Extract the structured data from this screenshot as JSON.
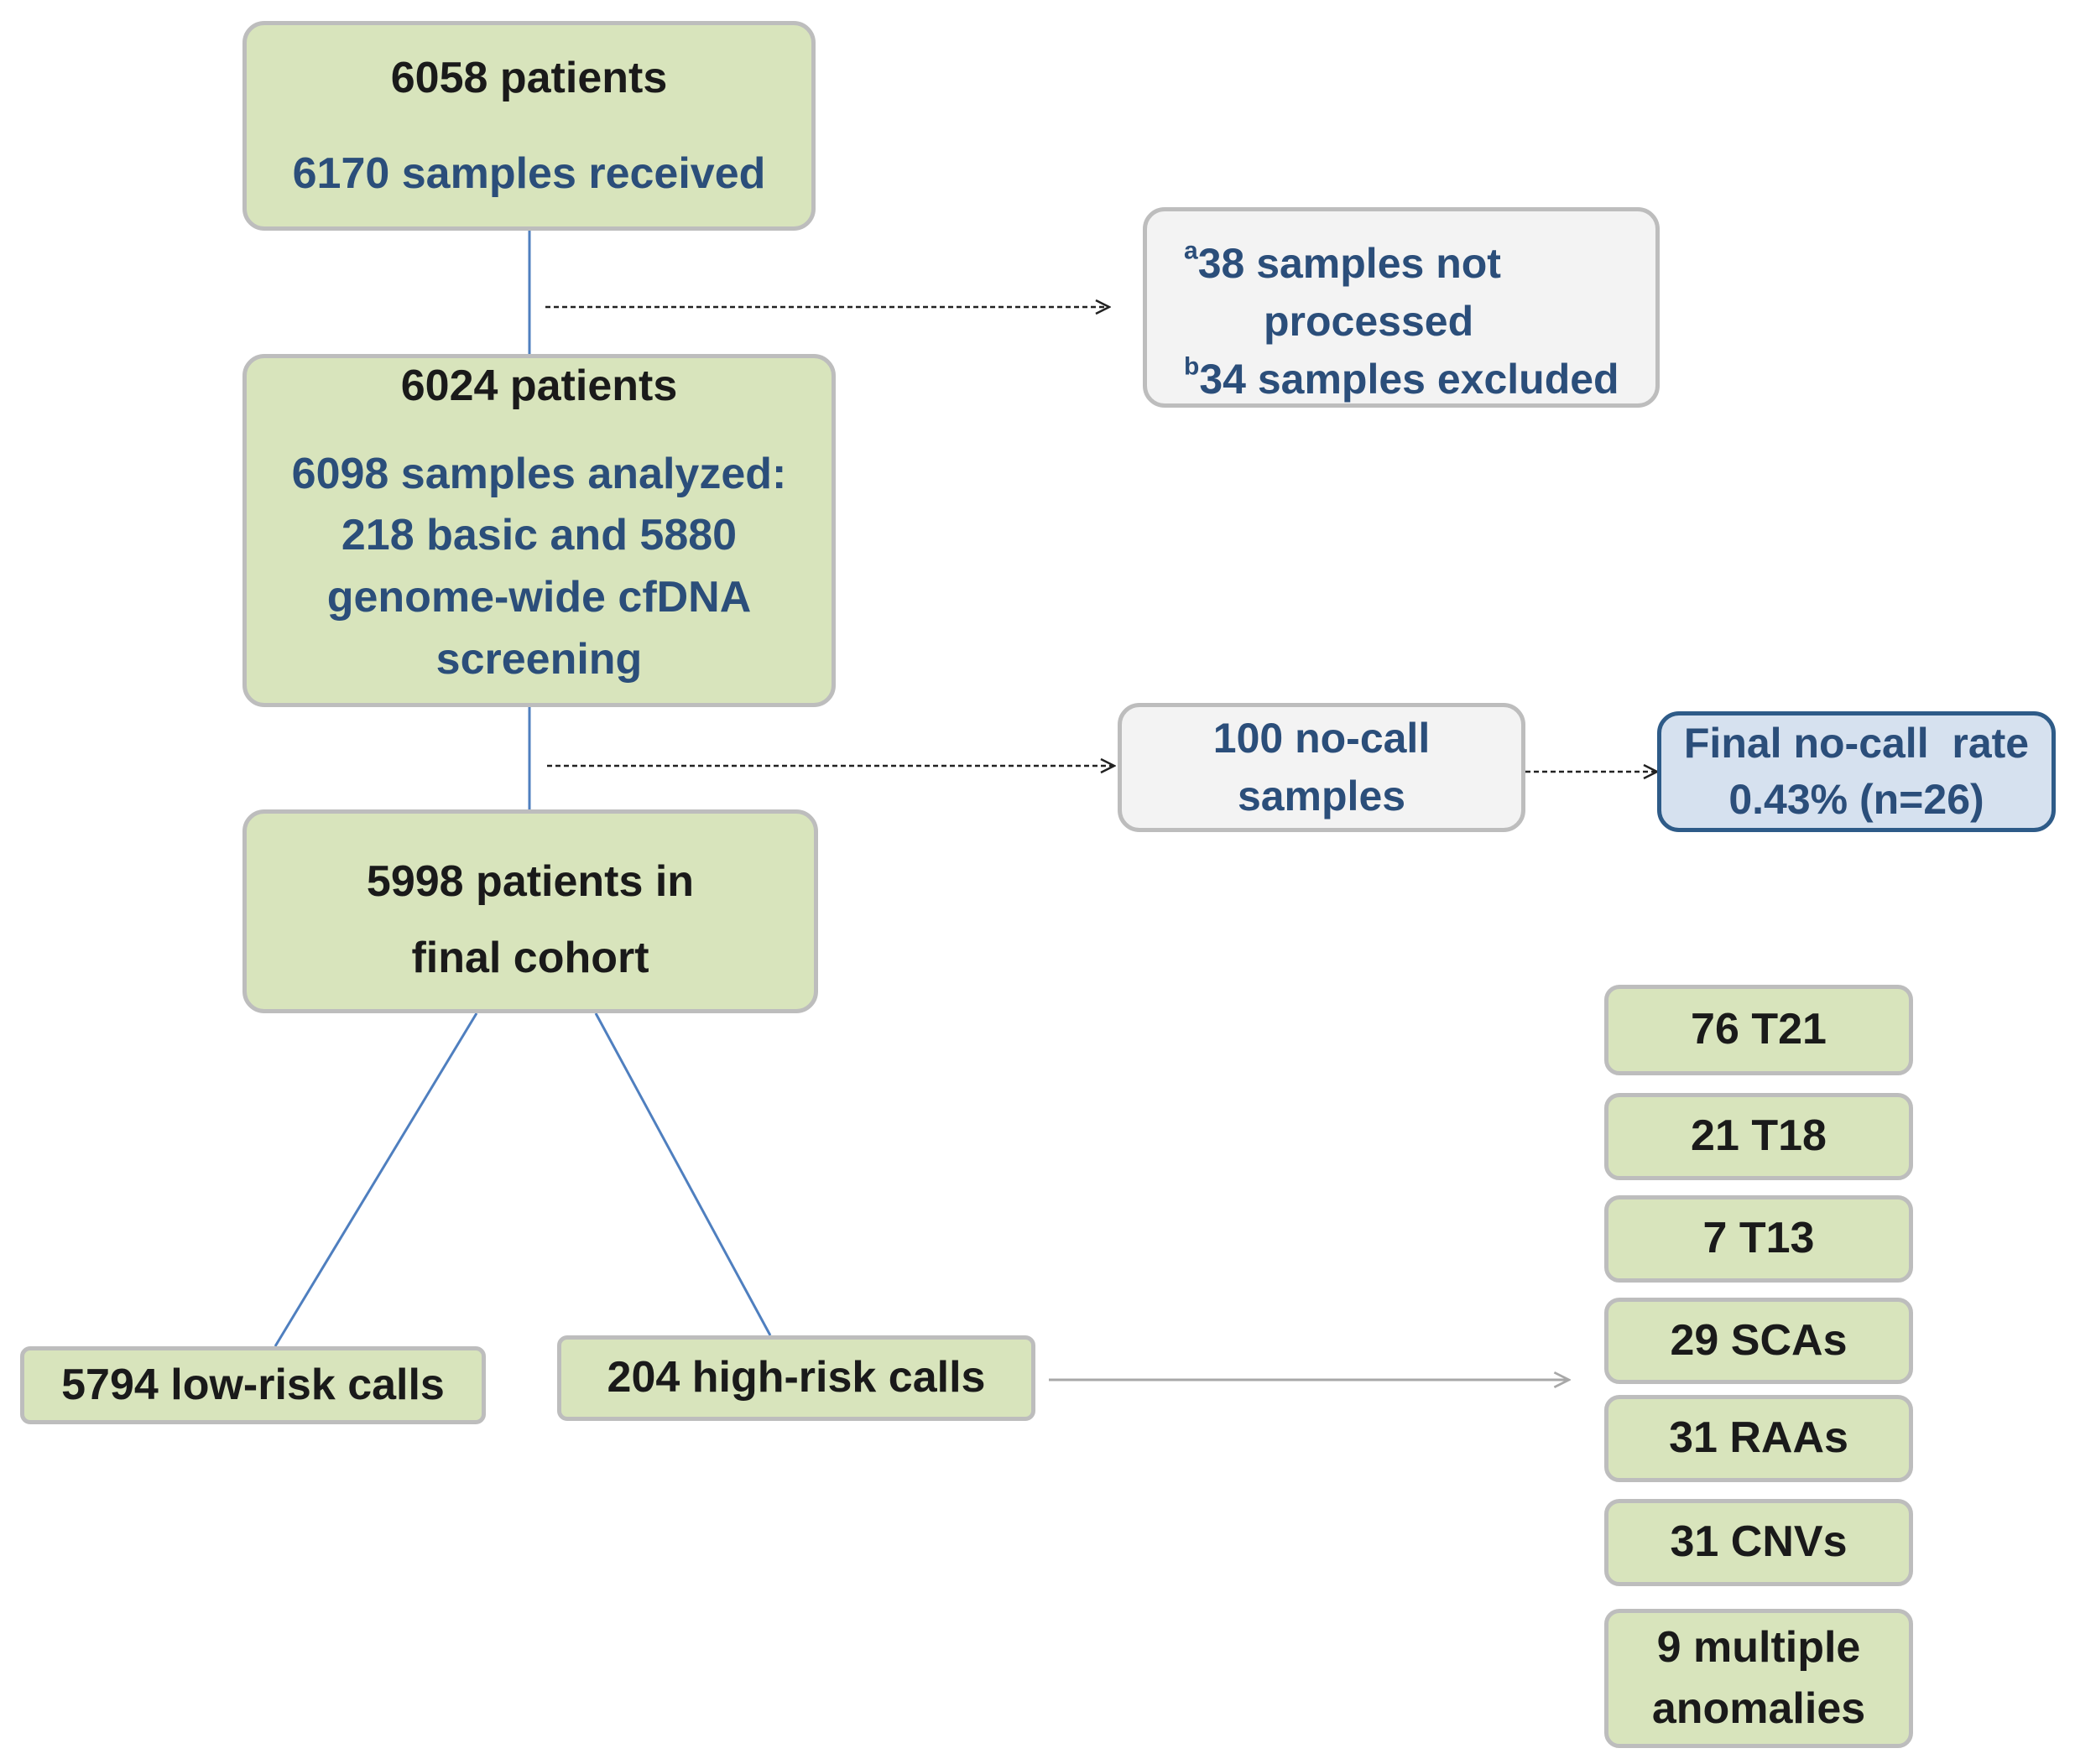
{
  "nodes": {
    "patients_initial": {
      "title": "6058 patients",
      "subtitle": "6170 samples received"
    },
    "patients_analyzed": {
      "title": "6024 patients",
      "subtitle_lines": [
        "6098 samples analyzed:",
        "218 basic and 5880",
        "genome-wide cfDNA",
        "screening"
      ]
    },
    "final_cohort": {
      "line1": "5998 patients in",
      "line2": "final cohort"
    },
    "excluded": {
      "line1_sup": "a",
      "line1": "38 samples not",
      "line2": "processed",
      "line3_sup": "b",
      "line3": "34 samples excluded"
    },
    "no_call": {
      "line1": "100 no-call",
      "line2": "samples"
    },
    "final_no_call": {
      "line1": "Final no-call  rate",
      "line2": "0.43% (n=26)"
    },
    "low_risk": {
      "label": "5794 low-risk calls"
    },
    "high_risk": {
      "label": "204 high-risk calls"
    },
    "anomalies": [
      {
        "label": "76 T21"
      },
      {
        "label": "21 T18"
      },
      {
        "label": "7 T13"
      },
      {
        "label": "29 SCAs"
      },
      {
        "label": "31 RAAs"
      },
      {
        "label": "31 CNVs"
      },
      {
        "line1": "9 multiple",
        "line2": "anomalies"
      }
    ]
  },
  "colors": {
    "box_green": "#d8e4bc",
    "box_gray": "#f3f3f3",
    "box_blue": "#d6e1ef",
    "border_gray": "#bdbdbd",
    "border_blue": "#2e5b88",
    "text_navy": "#2b4e7a",
    "connector_blue": "#4f7fbf"
  }
}
